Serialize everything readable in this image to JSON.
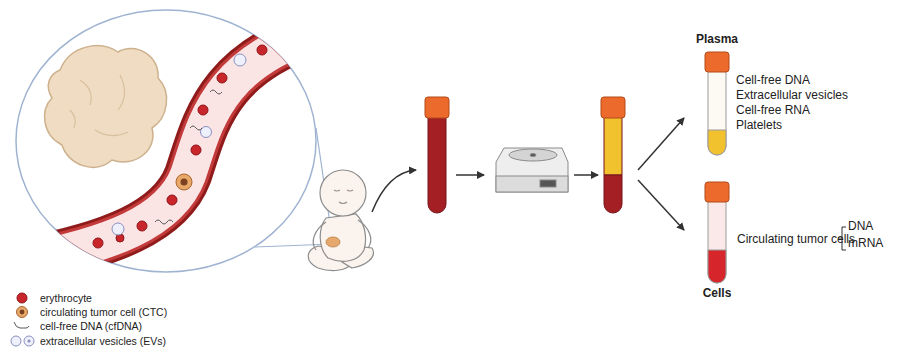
{
  "diagram": {
    "nodes": [
      {
        "text": [
          "Plasma"
        ]
      },
      {
        "text": [
          "Cells"
        ]
      }
    ],
    "labels": [
      "Cell-free DNA",
      "Extracellular vesicles",
      "Cell-free RNA",
      "Platelets",
      "Circulating tumor cells",
      "DNA",
      "mRNA"
    ],
    "legend": [
      {
        "text": "erythrocyte"
      },
      {
        "text": "circulating tumor cell (CTC)"
      },
      {
        "text": "cell-free DNA (cfDNA)"
      },
      {
        "text": "extracellular vesicles (EVs)"
      }
    ]
  }
}
